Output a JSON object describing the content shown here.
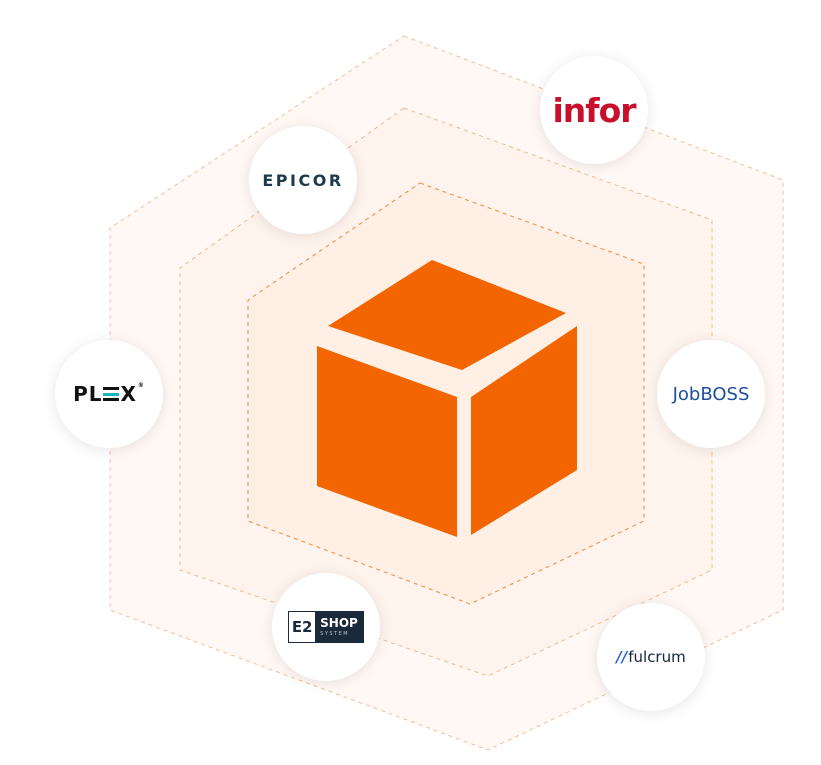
{
  "colors": {
    "accent": "#f26500",
    "hex_line": "#f2a36b",
    "hex_fill_outer": "#fff8f4",
    "hex_fill_mid": "#fff4ed",
    "hex_fill_inner": "#ffefe4"
  },
  "hub": {
    "icon": "cube-icon"
  },
  "logos": {
    "infor": {
      "label": "infor",
      "color": "#c8102e"
    },
    "epicor": {
      "label": "EPICOR",
      "color": "#1c3a4a"
    },
    "plex": {
      "left": "PL",
      "right": "X",
      "reg": "®",
      "accent": "#1bb3b5"
    },
    "jobboss": {
      "label": "JobBOSS",
      "color": "#1d4f9a"
    },
    "e2shop": {
      "mark": "E2",
      "label": "SHOP",
      "sub": "SYSTEM"
    },
    "fulcrum": {
      "slash": "//",
      "label": "fulcrum",
      "color": "#2a62d8"
    }
  }
}
